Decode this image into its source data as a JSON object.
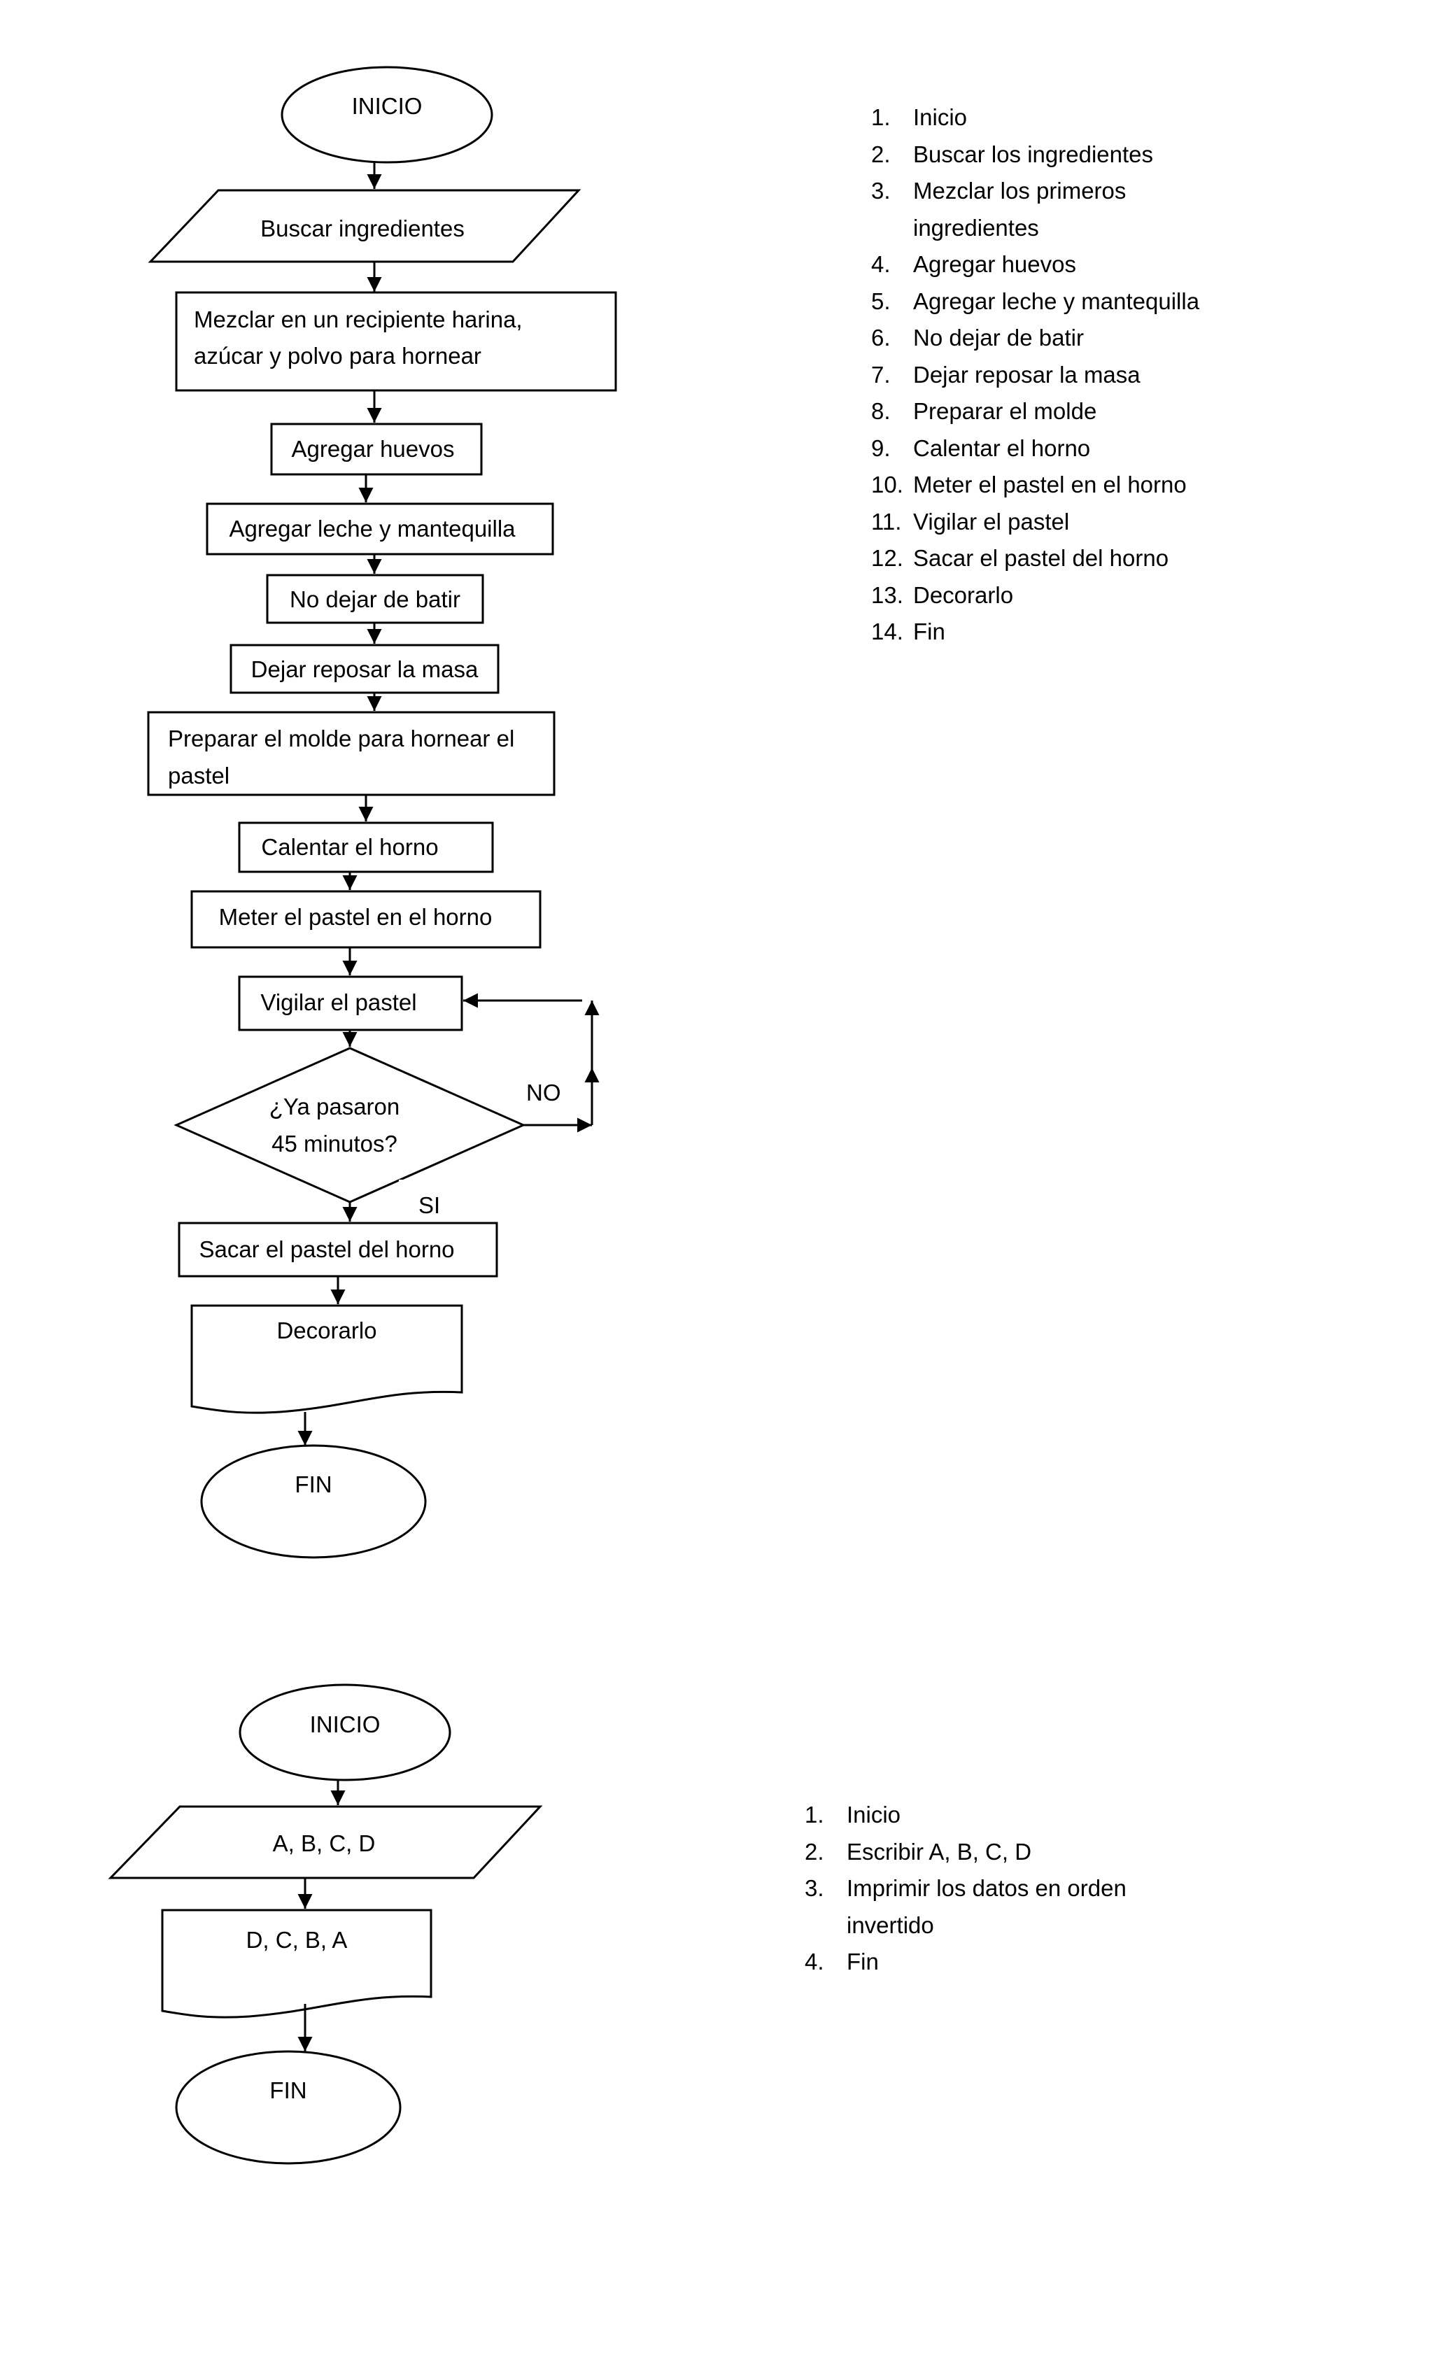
{
  "flowchart1": {
    "start": "INICIO",
    "input": "Buscar ingredientes",
    "step_mix_line1": "Mezclar en un recipiente harina,",
    "step_mix_line2": "azúcar y polvo para hornear",
    "step_eggs": "Agregar huevos",
    "step_milk": "Agregar leche y mantequilla",
    "step_beat": "No dejar de batir",
    "step_rest": "Dejar reposar la masa",
    "step_mold_line1": "Preparar el molde para hornear el",
    "step_mold_line2": "pastel",
    "step_heat": "Calentar el horno",
    "step_insert": "Meter el pastel en el horno",
    "step_watch": "Vigilar el pastel",
    "decision_line1": "¿Ya pasaron",
    "decision_line2": "45 minutos?",
    "label_no": "NO",
    "label_yes": "SI",
    "step_remove": "Sacar el pastel del horno",
    "output": "Decorarlo",
    "end": "FIN"
  },
  "list1": [
    {
      "num": "1.",
      "text": "Inicio"
    },
    {
      "num": "2.",
      "text": "Buscar los ingredientes"
    },
    {
      "num": "3.",
      "text": "Mezclar los primeros ingredientes"
    },
    {
      "num": "4.",
      "text": "Agregar huevos"
    },
    {
      "num": "5.",
      "text": "Agregar leche y mantequilla"
    },
    {
      "num": "6.",
      "text": "No dejar de batir"
    },
    {
      "num": "7.",
      "text": "Dejar reposar la masa"
    },
    {
      "num": "8.",
      "text": "Preparar el molde"
    },
    {
      "num": "9.",
      "text": "Calentar el horno"
    },
    {
      "num": "10.",
      "text": "Meter el pastel en el horno"
    },
    {
      "num": "11.",
      "text": "Vigilar el pastel"
    },
    {
      "num": "12.",
      "text": "Sacar el pastel del horno"
    },
    {
      "num": "13.",
      "text": "Decorarlo"
    },
    {
      "num": "14.",
      "text": "Fin"
    }
  ],
  "flowchart2": {
    "start": "INICIO",
    "input": "A, B, C, D",
    "output": "D, C, B, A",
    "end": "FIN"
  },
  "list2": [
    {
      "num": "1.",
      "text": "Inicio"
    },
    {
      "num": "2.",
      "text": "Escribir A, B, C, D"
    },
    {
      "num": "3.",
      "text": "Imprimir los datos en orden invertido"
    },
    {
      "num": "4.",
      "text": "Fin"
    }
  ]
}
